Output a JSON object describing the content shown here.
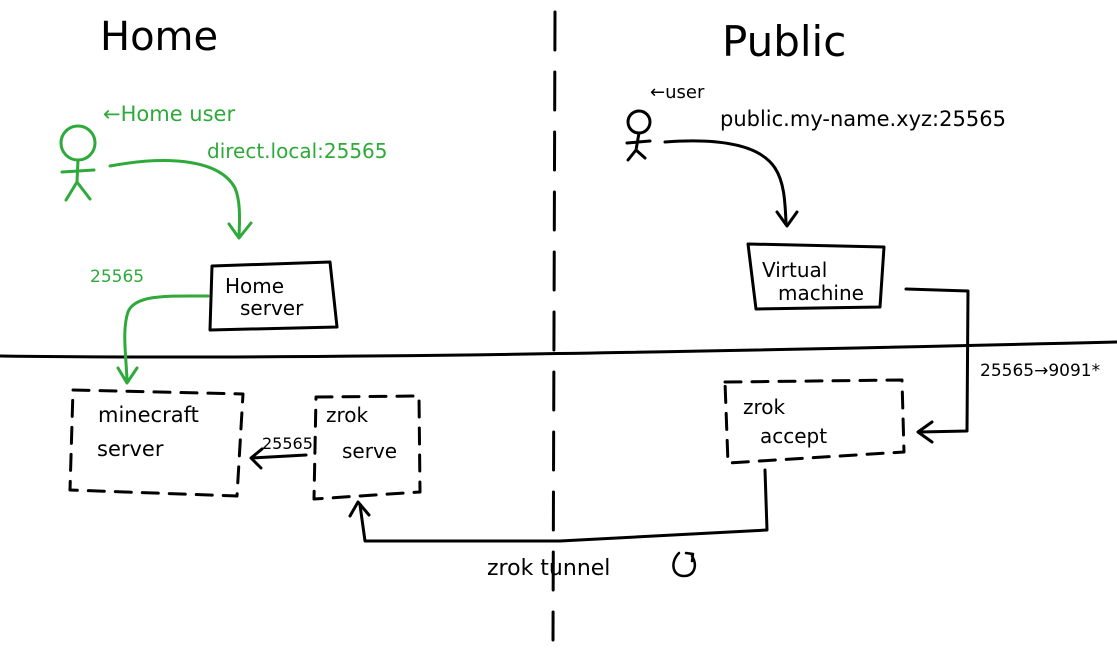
{
  "sections": {
    "home": "Home",
    "public": "Public"
  },
  "home_user": {
    "label": "←Home user",
    "address": "direct.local:25565"
  },
  "public_user": {
    "label": "←user",
    "address": "public.my-name.xyz:25565"
  },
  "boxes": {
    "home_server": [
      "Home",
      "server"
    ],
    "virtual_machine": [
      "Virtual",
      "machine"
    ],
    "minecraft_server": [
      "minecraft",
      "server"
    ],
    "zrok_serve": [
      "zrok",
      "serve"
    ],
    "zrok_accept": [
      "zrok",
      "accept"
    ]
  },
  "ports": {
    "home_port": "25565",
    "serve_port": "25565",
    "forward": "25565→9091*"
  },
  "tunnel": {
    "label": "zrok tunnel",
    "icon": "circular-arrow-icon"
  },
  "colors": {
    "ink": "#000000",
    "home_network": "#2eaa3a"
  }
}
